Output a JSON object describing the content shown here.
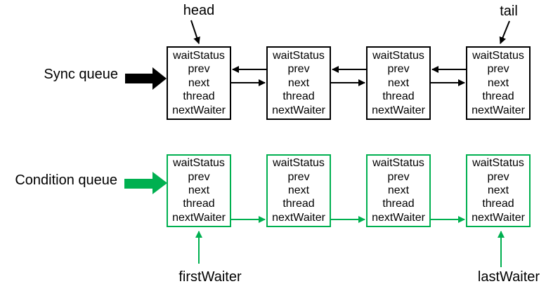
{
  "colors": {
    "sync": "#000000",
    "condition": "#00B050",
    "background": "#FFFFFF",
    "text": "#000000"
  },
  "sync_queue": {
    "label": "Sync queue",
    "head_label": "head",
    "tail_label": "tail",
    "node_count": 4,
    "node_fields": [
      "waitStatus",
      "prev",
      "next",
      "thread",
      "nextWaiter"
    ]
  },
  "condition_queue": {
    "label": "Condition queue",
    "first_waiter_label": "firstWaiter",
    "last_waiter_label": "lastWaiter",
    "node_count": 4,
    "node_fields": [
      "waitStatus",
      "prev",
      "next",
      "thread",
      "nextWaiter"
    ]
  }
}
